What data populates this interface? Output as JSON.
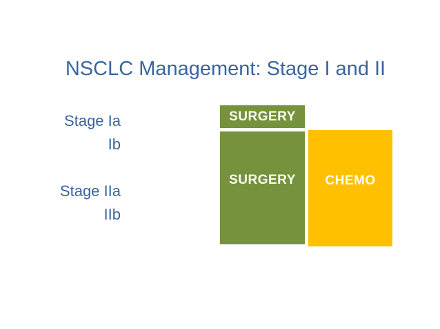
{
  "slide": {
    "title": "NSCLC Management: Stage I and II",
    "stage_label_lines": [
      "Stage Ia",
      "Ib",
      "",
      "Stage IIa",
      "IIb"
    ],
    "boxes": {
      "stage1_surgery": {
        "label": "SURGERY",
        "color": "#76923C"
      },
      "stage2_surgery": {
        "label": "SURGERY",
        "color": "#76923C"
      },
      "stage2_chemo": {
        "label": "CHEMO",
        "color": "#FFC000"
      }
    },
    "colors": {
      "title_text": "#38659E",
      "stage_text": "#38659E",
      "box_label_text": "#FCFCF2",
      "background": "#FFFFFF"
    }
  }
}
